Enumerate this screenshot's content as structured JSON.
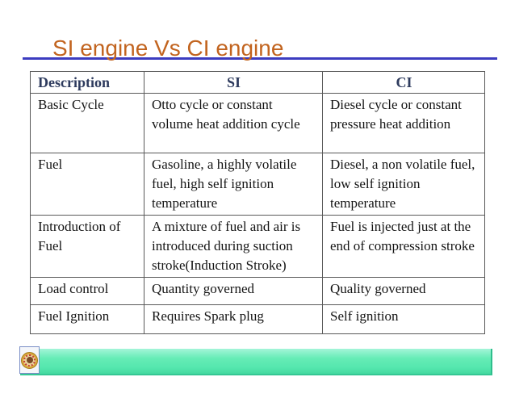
{
  "slide": {
    "title": "SI engine Vs CI engine",
    "colors": {
      "title_text": "#C2641F",
      "title_underline": "#3C3CC0",
      "header_text": "#2E3B5E",
      "body_text": "#141414",
      "table_border": "#595959",
      "footer_bar": "#55E7AE"
    }
  },
  "table": {
    "columns": [
      "Description",
      "SI",
      "CI"
    ],
    "rows": [
      [
        "Basic Cycle",
        "Otto cycle or constant volume heat addition cycle",
        "Diesel cycle or constant pressure heat addition"
      ],
      [
        "Fuel",
        "Gasoline, a highly volatile fuel, high self ignition temperature",
        "Diesel, a non volatile fuel, low self ignition temperature"
      ],
      [
        "Introduction of Fuel",
        "A mixture of fuel and air is introduced during suction stroke(Induction Stroke)",
        "Fuel is injected just at the end of compression stroke"
      ],
      [
        "Load control",
        "Quantity governed",
        "Quality governed"
      ],
      [
        "Fuel Ignition",
        "Requires Spark plug",
        "Self ignition"
      ]
    ]
  },
  "footer": {
    "logo": "university-seal-emblem"
  }
}
